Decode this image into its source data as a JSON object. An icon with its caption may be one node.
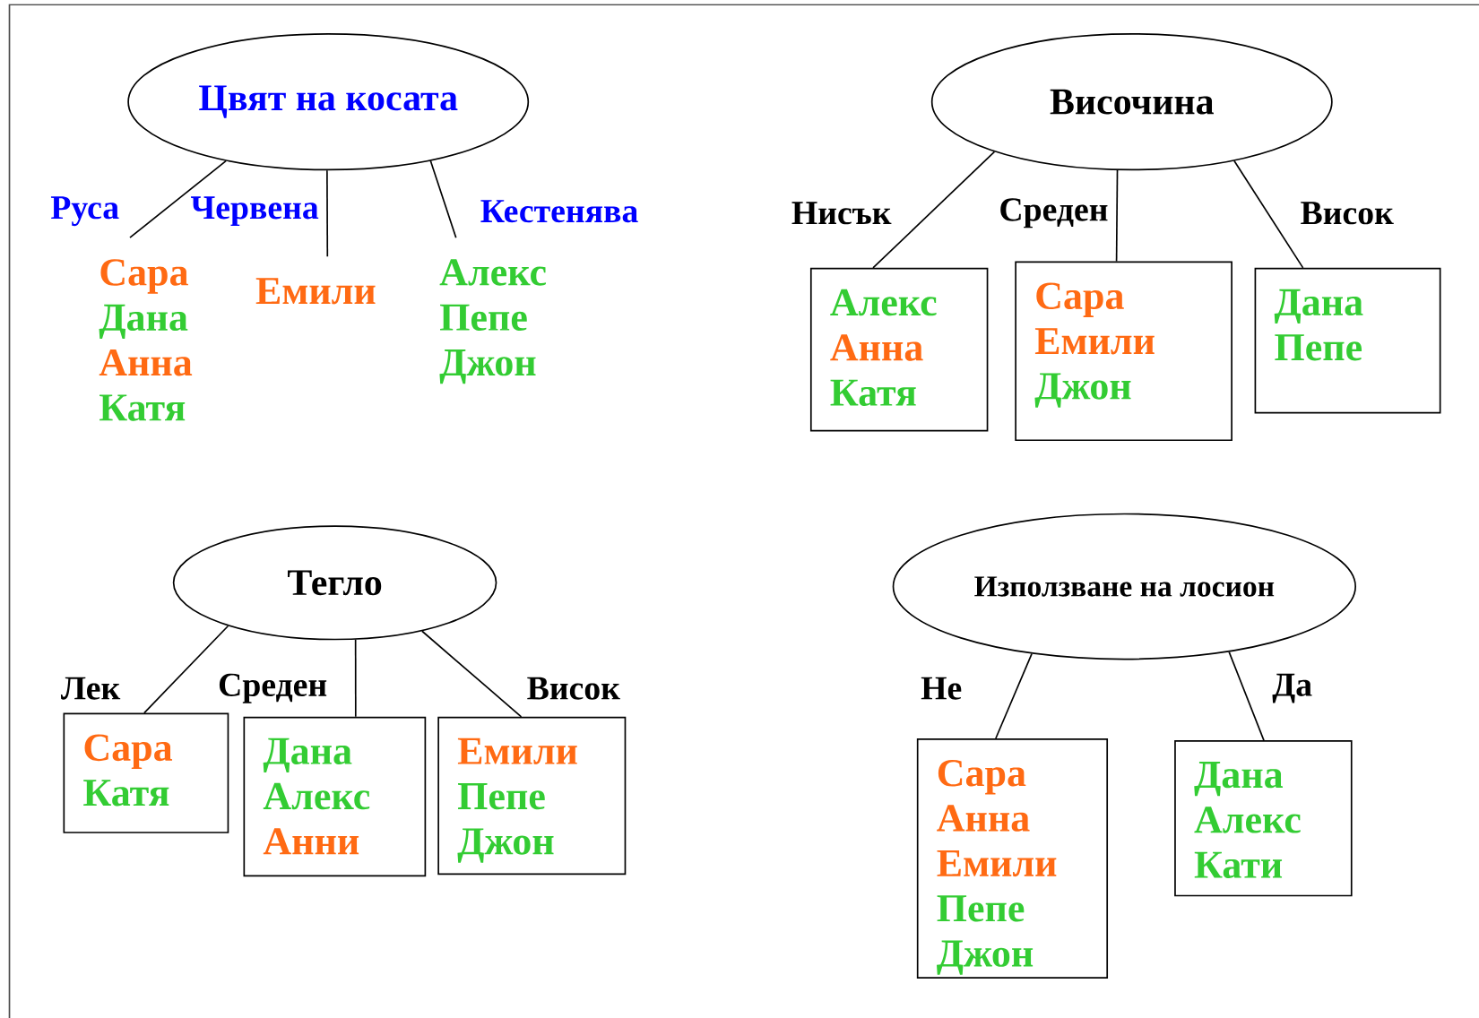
{
  "diagram": {
    "nodes": [
      {
        "text": [
          "Цвят на косата"
        ]
      },
      {
        "text": [
          "Сара",
          "Дана",
          "Анна",
          "Катя"
        ]
      },
      {
        "text": [
          "Емили"
        ]
      },
      {
        "text": [
          "Алекс",
          "Пепе",
          "Джон"
        ]
      },
      {
        "text": [
          "Височина"
        ]
      },
      {
        "text": [
          "Алекс",
          "Анна",
          "Катя"
        ]
      },
      {
        "text": [
          "Сара",
          "Емили",
          "Джон"
        ]
      },
      {
        "text": [
          "Дана",
          "Пепе"
        ]
      },
      {
        "text": [
          "Тегло"
        ]
      },
      {
        "text": [
          "Сара",
          "Катя"
        ]
      },
      {
        "text": [
          "Дана",
          "Алекс",
          "Анни"
        ]
      },
      {
        "text": [
          "Емили",
          "Пепе",
          "Джон"
        ]
      },
      {
        "text": [
          "Използване на лосион"
        ]
      },
      {
        "text": [
          "Сара",
          "Анна",
          "Емили",
          "Пепе",
          "Джон"
        ]
      },
      {
        "text": [
          "Дана",
          "Алекс",
          "Кати"
        ]
      }
    ],
    "edges": [
      {
        "from": 0,
        "to": 1,
        "arrow": "none",
        "label": "Руса"
      },
      {
        "from": 0,
        "to": 2,
        "arrow": "none",
        "label": "Червена"
      },
      {
        "from": 0,
        "to": 3,
        "arrow": "none",
        "label": "Кестенява"
      },
      {
        "from": 4,
        "to": 5,
        "arrow": "none",
        "label": "Нисък"
      },
      {
        "from": 4,
        "to": 6,
        "arrow": "none",
        "label": "Среден"
      },
      {
        "from": 4,
        "to": 7,
        "arrow": "none",
        "label": "Висок"
      },
      {
        "from": 8,
        "to": 9,
        "arrow": "none",
        "label": "Лек"
      },
      {
        "from": 8,
        "to": 10,
        "arrow": "none",
        "label": "Среден"
      },
      {
        "from": 8,
        "to": 11,
        "arrow": "none",
        "label": "Висок"
      },
      {
        "from": 12,
        "to": 13,
        "arrow": "none",
        "label": "Не"
      },
      {
        "from": 12,
        "to": 14,
        "arrow": "none",
        "label": "Да"
      }
    ]
  }
}
